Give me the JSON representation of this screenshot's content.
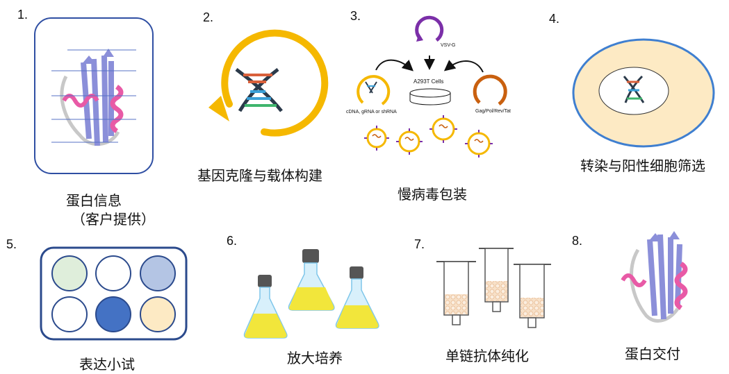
{
  "steps": [
    {
      "num": "1.",
      "caption": "蛋白信息",
      "caption2": "（客户提供）"
    },
    {
      "num": "2.",
      "caption": "基因克隆与载体构建"
    },
    {
      "num": "3.",
      "caption": "慢病毒包装"
    },
    {
      "num": "4.",
      "caption": "转染与阳性细胞筛选"
    },
    {
      "num": "5.",
      "caption": "表达小试"
    },
    {
      "num": "6.",
      "caption": "放大培养"
    },
    {
      "num": "7.",
      "caption": "单链抗体纯化"
    },
    {
      "num": "8.",
      "caption": "蛋白交付"
    }
  ],
  "lentivirus": {
    "vsv": "VSV-G",
    "cells": "A293T Cells",
    "cdna": "cDNA, gRNA or shRNA",
    "gag": "Gag/Pol/Rev/Tat"
  },
  "colors": {
    "gold": "#f5b800",
    "purple": "#7b2fa8",
    "orange": "#c9600f",
    "protein_blue": "#8b8fd9",
    "helix_pink": "#e85aa6",
    "plate_border": "#2b4a8c",
    "nucleus_fill": "#fdeac4"
  }
}
